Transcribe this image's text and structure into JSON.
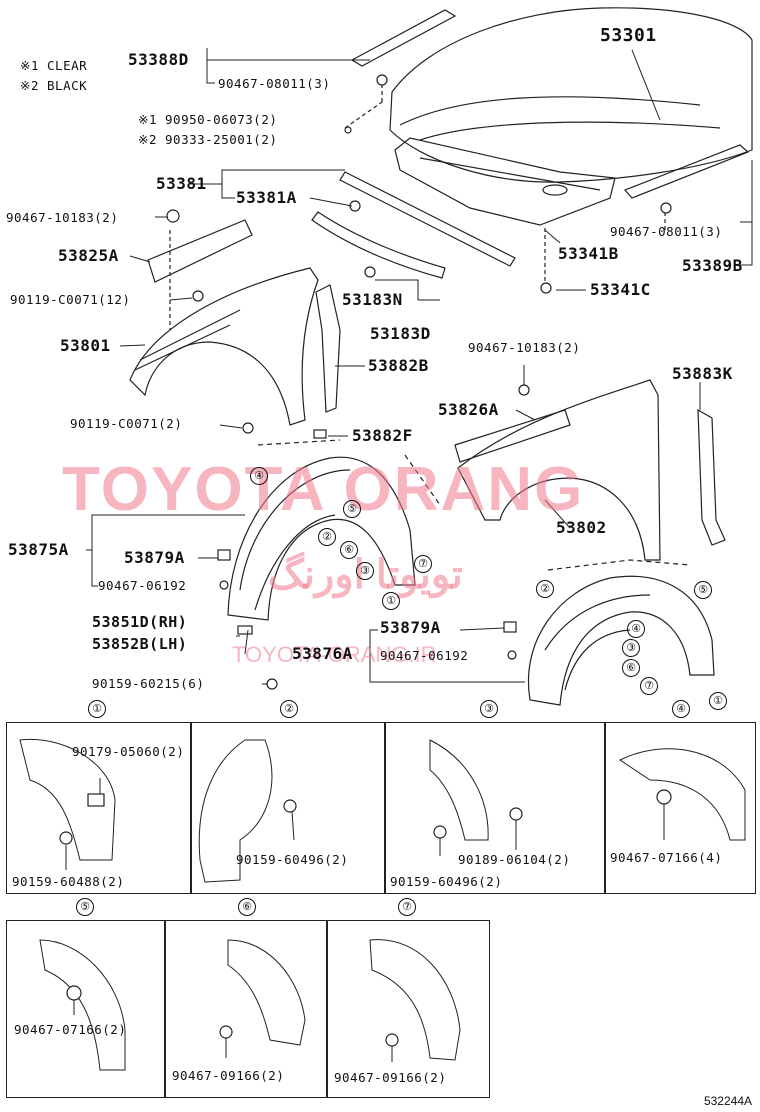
{
  "legend": {
    "clear": "※1 CLEAR",
    "black": "※2 BLACK"
  },
  "parts": {
    "p53301": "53301",
    "p53388D": "53388D",
    "c9046708011a": "90467-08011(3)",
    "n1_9095006073": "※1 90950-06073(2)",
    "n2_9033325001": "※2 90333-25001(2)",
    "p53381": "53381",
    "p53381A": "53381A",
    "c9046710183a": "90467-10183(2)",
    "p53825A": "53825A",
    "c90119C0071_12": "90119-C0071(12)",
    "p53801": "53801",
    "p53183N": "53183N",
    "p53183D": "53183D",
    "p53882B": "53882B",
    "c90119C0071_2": "90119-C0071(2)",
    "p53882F": "53882F",
    "p53341B": "53341B",
    "p53341C": "53341C",
    "c9046708011b": "90467-08011(3)",
    "p53389B": "53389B",
    "c9046710183b": "90467-10183(2)",
    "p53826A": "53826A",
    "p53883K": "53883K",
    "p53802": "53802",
    "p53875A": "53875A",
    "p53879A_left": "53879A",
    "c9046706192_left": "90467-06192",
    "p53851D": "53851D(RH)",
    "p53852B": "53852B(LH)",
    "c9015960215": "90159-60215(6)",
    "p53876A": "53876A",
    "p53879A_right": "53879A",
    "c9046706192_right": "90467-06192"
  },
  "markers": [
    "①",
    "②",
    "③",
    "④",
    "⑤",
    "⑥",
    "⑦"
  ],
  "detail_panels": [
    {
      "num": "①",
      "labels": [
        "90179-05060(2)",
        "90159-60488(2)"
      ]
    },
    {
      "num": "②",
      "labels": [
        "90159-60496(2)"
      ]
    },
    {
      "num": "③",
      "labels": [
        "90189-06104(2)",
        "90159-60496(2)"
      ]
    },
    {
      "num": "④",
      "labels": [
        "90467-07166(4)"
      ]
    },
    {
      "num": "⑤",
      "labels": [
        "90467-07166(2)"
      ]
    },
    {
      "num": "⑥",
      "labels": [
        "90467-09166(2)"
      ]
    },
    {
      "num": "⑦",
      "labels": [
        "90467-09166(2)"
      ]
    }
  ],
  "watermark": {
    "latin": "TOYOTA ORANG",
    "arabic": "تويوتا اورنگ",
    "url": "TOYOTA-ORANG.IR"
  },
  "footer_code": "532244A",
  "colors": {
    "ink": "#111111",
    "watermark": "#f0788c"
  }
}
